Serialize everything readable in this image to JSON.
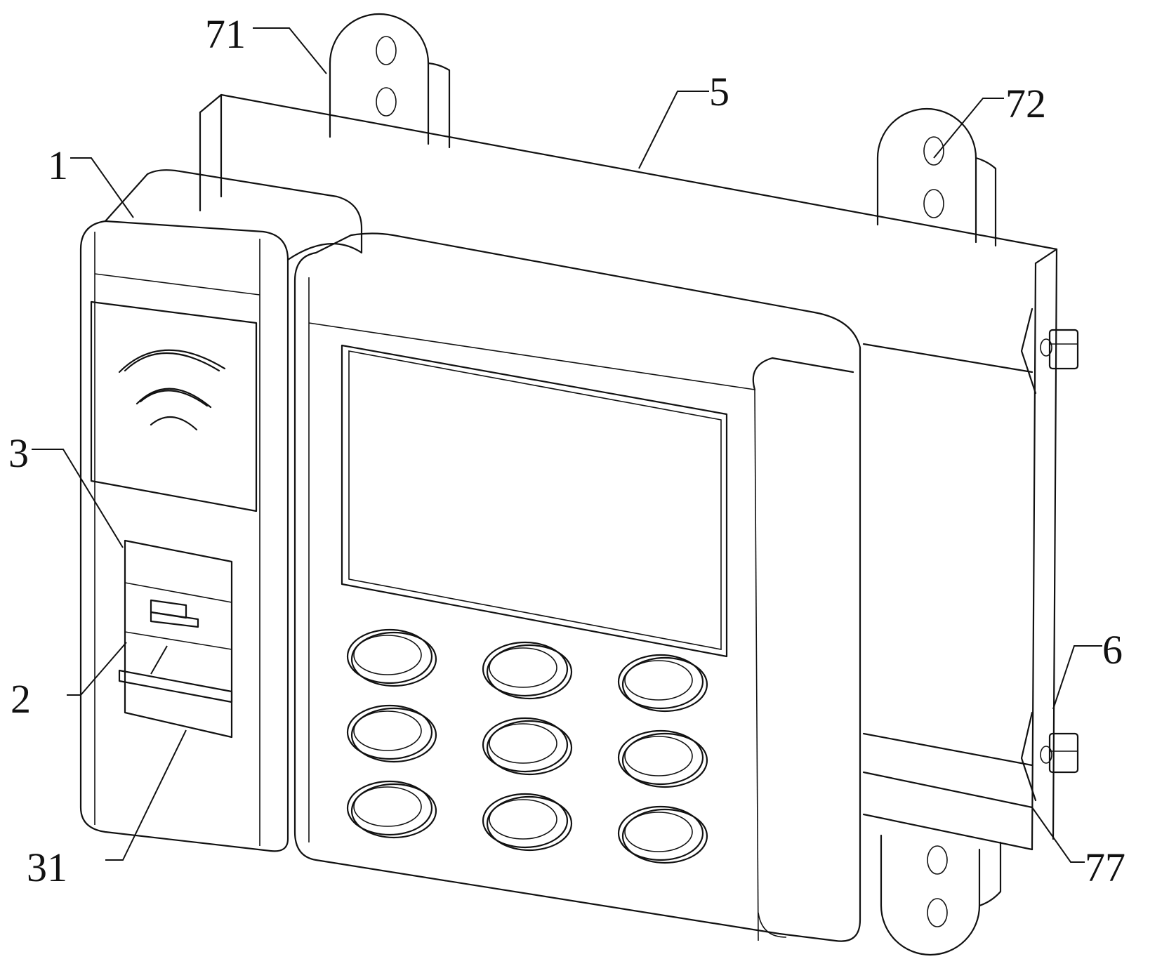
{
  "figure": {
    "type": "patent-perspective-drawing",
    "subject": "wall-mounted access control terminal with card reader, fingerprint module, display and keypad",
    "labels": [
      {
        "id": "label-1",
        "text": "1"
      },
      {
        "id": "label-2",
        "text": "2"
      },
      {
        "id": "label-3",
        "text": "3"
      },
      {
        "id": "label-31",
        "text": "31"
      },
      {
        "id": "label-5",
        "text": "5"
      },
      {
        "id": "label-6",
        "text": "6"
      },
      {
        "id": "label-71",
        "text": "71"
      },
      {
        "id": "label-72",
        "text": "72"
      },
      {
        "id": "label-77",
        "text": "77"
      }
    ],
    "keypad": {
      "rows": 3,
      "cols": 3
    },
    "mounting_ears": 3,
    "bolts": 2
  }
}
